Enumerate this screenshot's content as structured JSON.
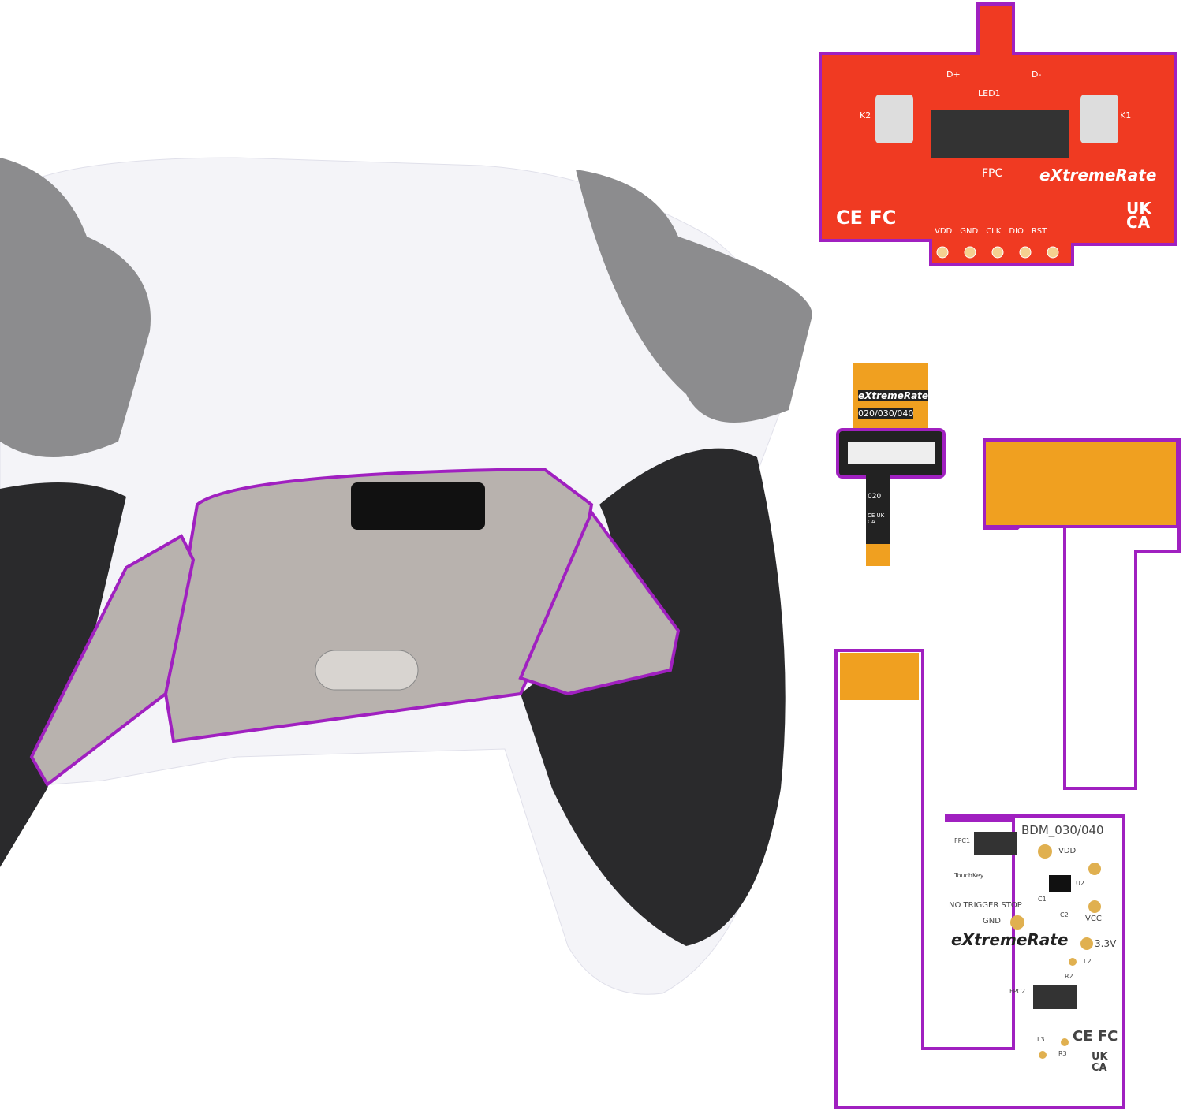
{
  "colors": {
    "highlight": "#a020c0",
    "red_pcb": "#f03a22",
    "flex_orange": "#f0a020",
    "controller_white": "#f4f4f8",
    "grip_black": "#2a2a2c",
    "paddle_silver": "#b8b2ae"
  },
  "red_board": {
    "brand": "eXtremeRate",
    "labels": [
      "D+",
      "D-",
      "LED1",
      "K2",
      "K1",
      "FPC"
    ],
    "cert": "CE FC",
    "ukca": "UK CA",
    "pins": [
      "VDD",
      "GND",
      "CLK",
      "DIO",
      "RST"
    ]
  },
  "ribbon": {
    "brand": "eXtremeRate",
    "model": "020/030/040",
    "code": "020",
    "cert": "CE UK CA"
  },
  "white_board": {
    "title": "BDM_030/040",
    "brand": "eXtremeRate",
    "labels": [
      "FPC1",
      "VDD",
      "TouchKey",
      "U2",
      "C1",
      "NO TRIGGER STOP",
      "C2",
      "VCC",
      "GND",
      "3.3V",
      "L2",
      "R2",
      "FPC2",
      "L3",
      "R3"
    ],
    "cert": "CE FC",
    "ukca": "UK CA"
  }
}
